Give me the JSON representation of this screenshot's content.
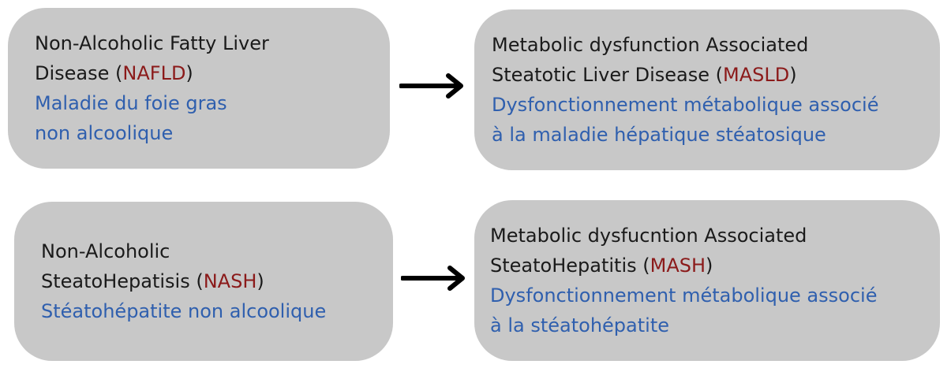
{
  "boxes": {
    "nafld": {
      "line1": "Non-Alcoholic Fatty Liver",
      "line2_prefix": "Disease (",
      "abbr": "NAFLD",
      "line2_suffix": ")",
      "fr_line1": "Maladie du foie gras",
      "fr_line2": "non alcoolique"
    },
    "masld": {
      "line1": "Metabolic dysfunction Associated",
      "line2_prefix": "Steatotic Liver Disease (",
      "abbr": "MASLD",
      "line2_suffix": ")",
      "fr_line1": "Dysfonctionnement métabolique associé",
      "fr_line2": "à la maladie hépatique stéatosique"
    },
    "nash": {
      "line1": "Non-Alcoholic",
      "line2_prefix": "SteatoHepatisis (",
      "abbr": "NASH",
      "line2_suffix": ")",
      "fr_line1": "Stéatohépatite non alcoolique"
    },
    "mash": {
      "line1": "Metabolic dysfucntion Associated",
      "line2_prefix": "SteatoHepatitis (",
      "abbr": "MASH",
      "line2_suffix": ")",
      "fr_line1": "Dysfonctionnement métabolique associé",
      "fr_line2": "à la stéatohépatite"
    }
  },
  "colors": {
    "box_fill": "#c8c8c8",
    "english_text": "#1a1a1a",
    "abbreviation": "#8b1a1a",
    "french_text": "#2f5fae",
    "arrow": "#000000"
  },
  "icons": {
    "arrow": "right-arrow-icon"
  }
}
